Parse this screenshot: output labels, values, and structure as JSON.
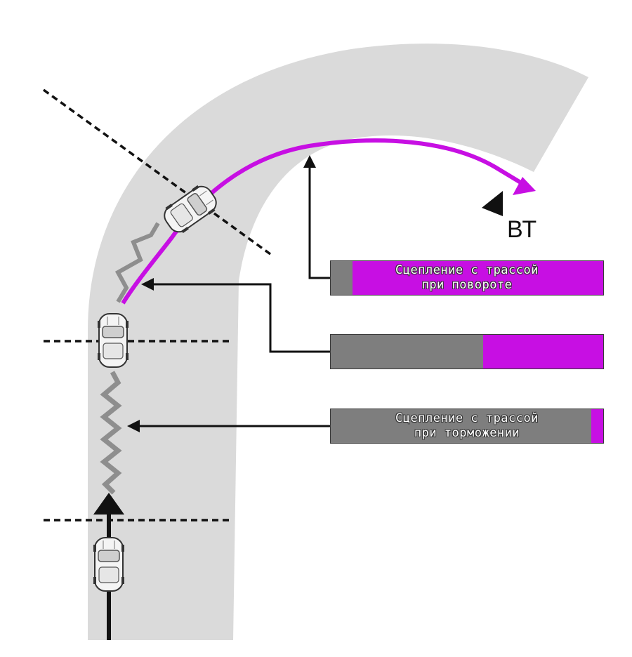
{
  "diagram": {
    "turn_label": "ВТ",
    "bars": [
      {
        "id": "turn-grip",
        "line1": "Сцепление с трассой",
        "line2": "при повороте",
        "grey_fraction": 0.08,
        "magenta_fraction": 0.92
      },
      {
        "id": "transition",
        "line1": "",
        "line2": "",
        "grey_fraction": 0.56,
        "magenta_fraction": 0.44
      },
      {
        "id": "braking-grip",
        "line1": "Сцепление с трассой",
        "line2": "при торможении",
        "grey_fraction": 0.955,
        "magenta_fraction": 0.045
      }
    ],
    "colors": {
      "road": "#dadada",
      "trajectory": "#c70fe3",
      "skid": "#8e8e8e",
      "bar_grey": "#7e7e7e",
      "bar_magenta": "#c70fe3",
      "arrow": "#111111"
    }
  }
}
